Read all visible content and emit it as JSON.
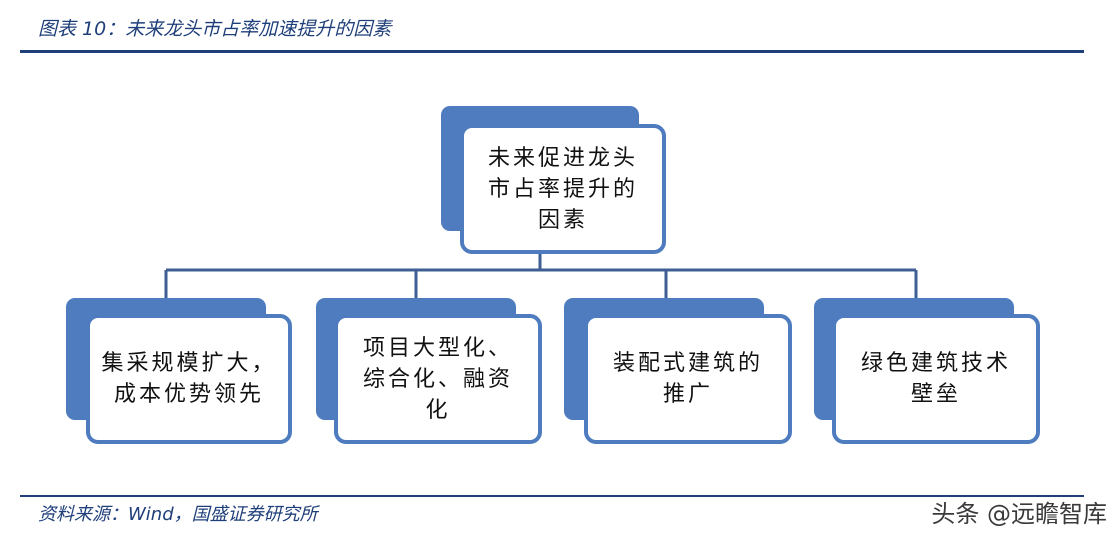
{
  "header": {
    "caption": "图表 10：未来龙头市占率加速提升的因素"
  },
  "diagram": {
    "root": {
      "lines": [
        "未来促进龙头",
        "市占率提升的",
        "因素"
      ]
    },
    "children": [
      {
        "lines": [
          "集采规模扩大，",
          "成本优势领先"
        ]
      },
      {
        "lines": [
          "项目大型化、",
          "综合化、融资",
          "化"
        ]
      },
      {
        "lines": [
          "装配式建筑的",
          "推广"
        ]
      },
      {
        "lines": [
          "绿色建筑技术",
          "壁垒"
        ]
      }
    ],
    "colors": {
      "fill": "#4e7cbf",
      "border": "#4e7cbf",
      "connector": "#3d5f93",
      "rule": "#1f3f7a",
      "caption": "#1f3f7a"
    }
  },
  "footer": {
    "source": "资料来源：Wind，国盛证券研究所",
    "watermark": "头条 @远瞻智库"
  }
}
